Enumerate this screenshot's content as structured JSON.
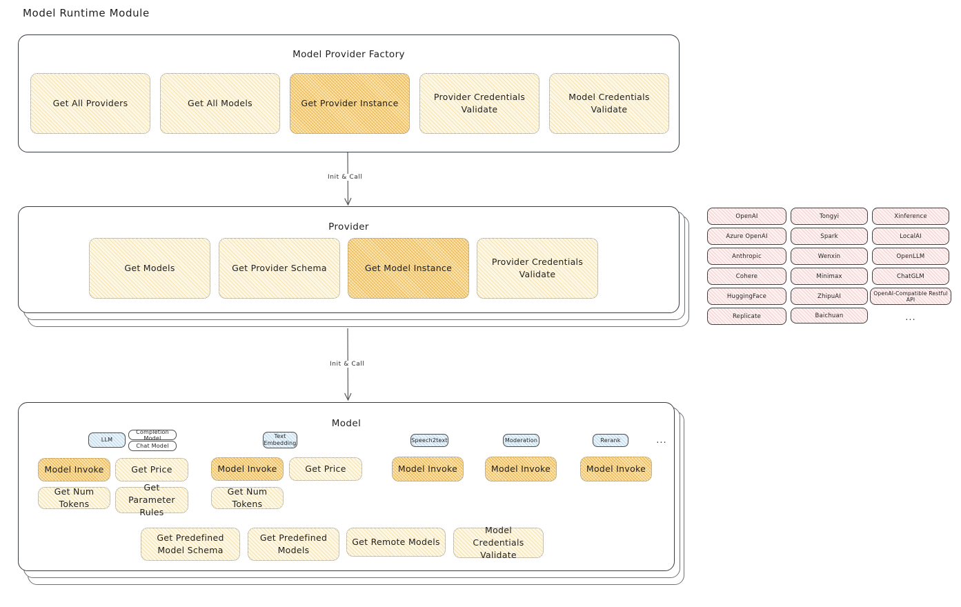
{
  "page": {
    "title": "Model Runtime Module",
    "accent_light": "#fdf8e6",
    "accent_strong": "#fbe6b8",
    "accent_rose": "#fdf2f2",
    "accent_blue": "#e9f3f9",
    "border": "#343a40"
  },
  "factory": {
    "title": "Model Provider Factory",
    "boxes": [
      {
        "label": "Get All Providers",
        "highlighted": false
      },
      {
        "label": "Get All Models",
        "highlighted": false
      },
      {
        "label": "Get Provider Instance",
        "highlighted": true
      },
      {
        "label": "Provider Credentials Validate",
        "highlighted": false
      },
      {
        "label": "Model Credentials Validate",
        "highlighted": false
      }
    ]
  },
  "arrows": [
    {
      "label": "Init & Call",
      "from": "Model Provider Factory",
      "to": "Provider"
    },
    {
      "label": "Init & Call",
      "from": "Provider",
      "to": "Model"
    }
  ],
  "provider": {
    "title": "Provider",
    "boxes": [
      {
        "label": "Get Models",
        "highlighted": false
      },
      {
        "label": "Get Provider Schema",
        "highlighted": false
      },
      {
        "label": "Get Model Instance",
        "highlighted": true
      },
      {
        "label": "Provider Credentials Validate",
        "highlighted": false
      }
    ]
  },
  "provider_list": {
    "columns": [
      [
        "OpenAI",
        "Azure OpenAI",
        "Anthropic",
        "Cohere",
        "HuggingFace",
        "Replicate"
      ],
      [
        "Tongyi",
        "Spark",
        "Wenxin",
        "Minimax",
        "ZhipuAI",
        "Baichuan"
      ],
      [
        "Xinference",
        "LocalAI",
        "OpenLLM",
        "ChatGLM",
        "OpenAI-Compatible Restful API"
      ]
    ],
    "more": "..."
  },
  "model": {
    "title": "Model",
    "more": "...",
    "types": [
      {
        "name": "LLM",
        "subtypes": [
          "Completion Model",
          "Chat Model"
        ],
        "methods": [
          {
            "label": "Model Invoke",
            "highlighted": true
          },
          {
            "label": "Get Price",
            "highlighted": false
          },
          {
            "label": "Get Num Tokens",
            "highlighted": false
          },
          {
            "label": "Get Parameter Rules",
            "highlighted": false
          }
        ]
      },
      {
        "name": "Text Embedding",
        "subtypes": [],
        "methods": [
          {
            "label": "Model Invoke",
            "highlighted": true
          },
          {
            "label": "Get Price",
            "highlighted": false
          },
          {
            "label": "Get Num Tokens",
            "highlighted": false
          }
        ]
      },
      {
        "name": "Speech2text",
        "subtypes": [],
        "methods": [
          {
            "label": "Model Invoke",
            "highlighted": true
          }
        ]
      },
      {
        "name": "Moderation",
        "subtypes": [],
        "methods": [
          {
            "label": "Model Invoke",
            "highlighted": true
          }
        ]
      },
      {
        "name": "Rerank",
        "subtypes": [],
        "methods": [
          {
            "label": "Model Invoke",
            "highlighted": true
          }
        ]
      }
    ],
    "common_methods": [
      "Get Predefined Model Schema",
      "Get Predefined Models",
      "Get Remote Models",
      "Model Credentials Validate"
    ]
  }
}
